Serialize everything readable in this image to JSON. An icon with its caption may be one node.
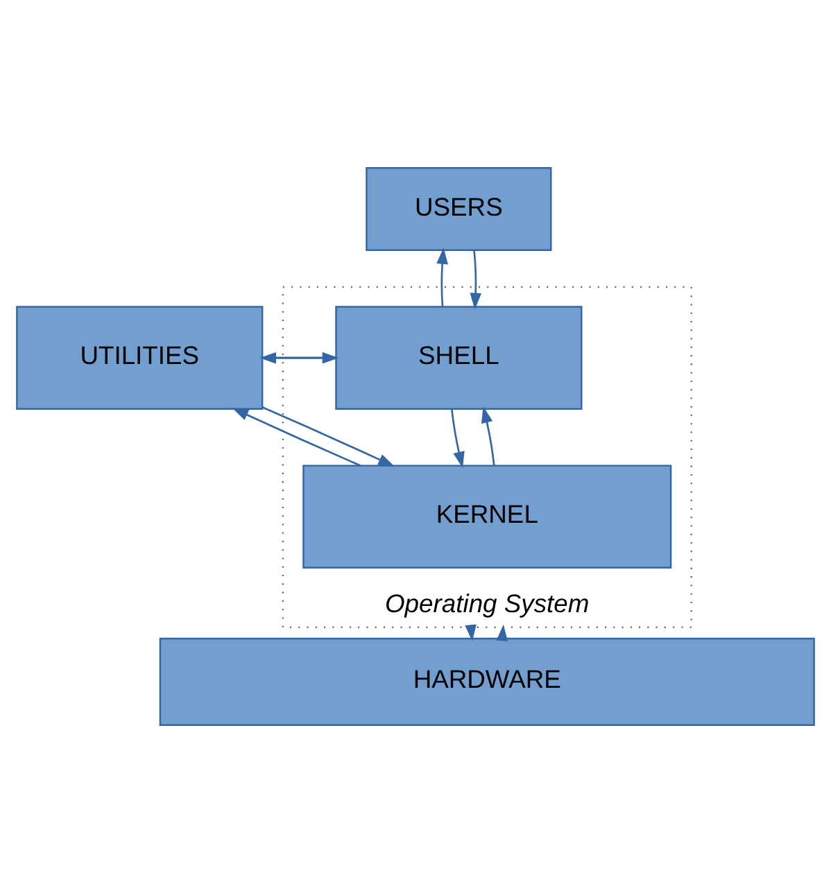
{
  "diagram": {
    "nodes": [
      {
        "text": [
          "USERS"
        ]
      },
      {
        "text": [
          "UTILITIES"
        ]
      },
      {
        "text": [
          "Operating System"
        ]
      },
      {
        "text": [
          "SHELL"
        ],
        "in": 2
      },
      {
        "text": [
          "KERNEL"
        ],
        "in": 2
      },
      {
        "text": [
          "HARDWARE"
        ]
      }
    ],
    "edges": [
      {
        "from": 0,
        "to": 3,
        "arrow": "to"
      },
      {
        "from": 3,
        "to": 0,
        "arrow": "to"
      },
      {
        "from": 1,
        "to": 3,
        "arrow": "to"
      },
      {
        "from": 3,
        "to": 1,
        "arrow": "to"
      },
      {
        "from": 1,
        "to": 4,
        "arrow": "to"
      },
      {
        "from": 4,
        "to": 1,
        "arrow": "to"
      },
      {
        "from": 3,
        "to": 4,
        "arrow": "to"
      },
      {
        "from": 4,
        "to": 3,
        "arrow": "to"
      },
      {
        "from": 2,
        "to": 5,
        "arrow": "to"
      },
      {
        "from": 5,
        "to": 2,
        "arrow": "to"
      }
    ]
  }
}
